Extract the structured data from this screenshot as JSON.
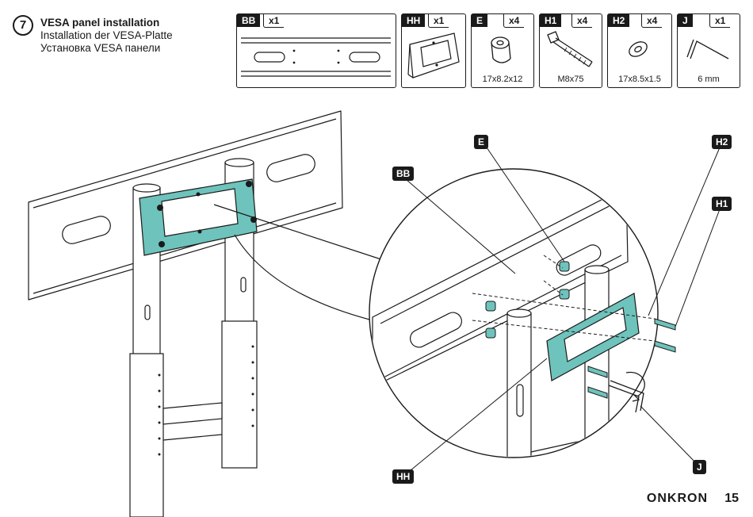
{
  "step": {
    "number": "7",
    "title_en": "VESA panel installation",
    "title_de": "Installation der VESA-Platte",
    "title_ru": "Установка VESA панели"
  },
  "parts": [
    {
      "code": "BB",
      "qty": "x1",
      "size": ""
    },
    {
      "code": "HH",
      "qty": "x1",
      "size": ""
    },
    {
      "code": "E",
      "qty": "x4",
      "size": "17x8.2x12"
    },
    {
      "code": "H1",
      "qty": "x4",
      "size": "M8x75"
    },
    {
      "code": "H2",
      "qty": "x4",
      "size": "17x8.5x1.5"
    },
    {
      "code": "J",
      "qty": "x1",
      "size": "6 mm"
    }
  ],
  "callouts": {
    "bb": "BB",
    "e": "E",
    "h2": "H2",
    "h1": "H1",
    "hh": "HH",
    "j": "J"
  },
  "footer": {
    "brand": "ONKRON",
    "page": "15"
  },
  "colors": {
    "accent": "#6ec3bc",
    "ink": "#1a1a1a"
  }
}
